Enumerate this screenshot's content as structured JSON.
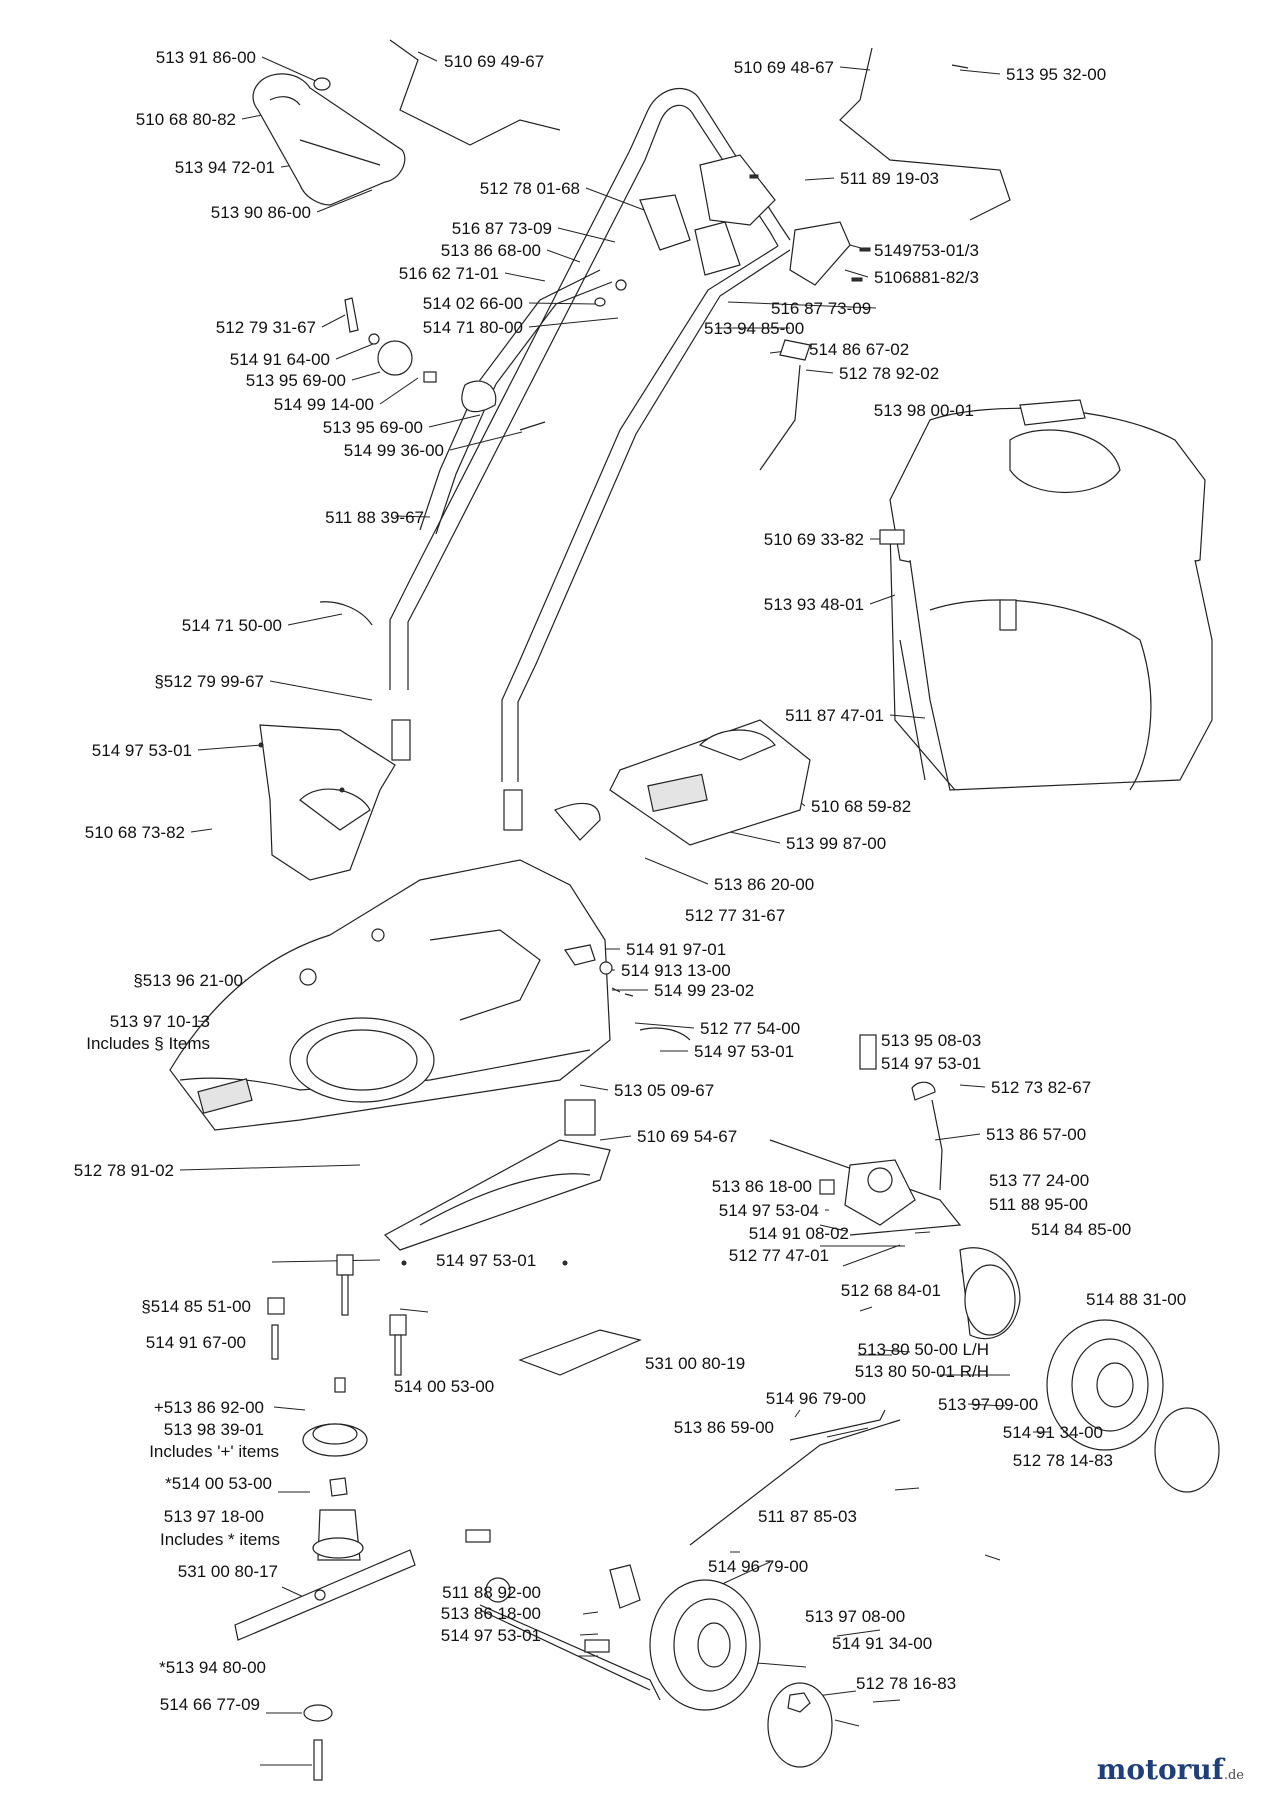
{
  "watermark": {
    "brand": "motoruf",
    "tld": ".de"
  },
  "labels": [
    "513 91 86-00",
    "510 69 49-67",
    "510 69 48-67",
    "513 95 32-00",
    "510 68 80-82",
    "513 94 72-01",
    "513 90 86-00",
    "511 89 19-03",
    "512 78 01-68",
    "516 87 73-09",
    "513 86 68-00",
    "516 62 71-01",
    "5149753-01/3",
    "5106881-82/3",
    "514 02 66-00",
    "514 71 80-00",
    "516 87 73-09",
    "512 79 31-67",
    "514 91 64-00",
    "513 94 85-00",
    "514 86 67-02",
    "513 95 69-00",
    "512 78 92-02",
    "514 99 14-00",
    "513 98 00-01",
    "513 95 69-00",
    "514 99 36-00",
    "511 88 39-67",
    "510 69 33-82",
    "513 93 48-01",
    "514 71 50-00",
    "§512 79 99-67",
    "511 87 47-01",
    "514 97 53-01",
    "510 68 59-82",
    "510 68 73-82",
    "513 99 87-00",
    "513 86 20-00",
    "512 77 31-67",
    "514 91 97-01",
    "§513 96 21-00",
    "514 913 13-00",
    "514 99 23-02",
    "513 97 10-13",
    "Includes § Items",
    "512 77 54-00",
    "514 97 53-01",
    "513 95 08-03",
    "514 97 53-01",
    "512 73 82-67",
    "513 05 09-67",
    "510 69 54-67",
    "513 86 57-00",
    "512 78 91-02",
    "513 86 18-00",
    "513 77 24-00",
    "514 97 53-04",
    "511 88 95-00",
    "514 91 08-02",
    "514 84 85-00",
    "512 77 47-01",
    "514 97 53-01",
    "§514 85 51-00",
    "512 68 84-01",
    "514 88 31-00",
    "514 91 67-00",
    "513 80 50-00 L/H",
    "531 00 80-19",
    "513 80 50-01 R/H",
    "514 00 53-00",
    "+513 86 92-00",
    "514 96 79-00",
    "513 97 09-00",
    "513 98 39-01",
    "513 86 59-00",
    "Includes '+' items",
    "514 91 34-00",
    "*514 00 53-00",
    "512 78 14-83",
    "513 97 18-00",
    "511 87 85-03",
    "Includes  *  items",
    "531 00  80-17",
    "514 96 79-00",
    "511 88 92-00",
    "513 86 18-00",
    "513 97  08-00",
    "514 97 53-01",
    "514 91 34-00",
    "*513 94 80-00",
    "512 78 16-83",
    "514 66 77-09"
  ]
}
